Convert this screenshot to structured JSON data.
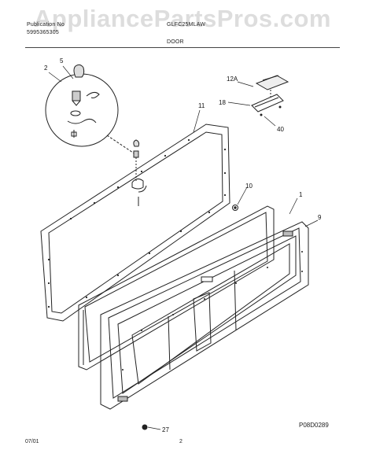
{
  "watermark": "AppliancePartsPros.com",
  "header": {
    "publication_label": "Publication No",
    "publication_no": "5995365305",
    "model": "GLFC25MLAW",
    "section": "DOOR"
  },
  "callouts": [
    "5",
    "2",
    "11",
    "12A",
    "18",
    "40",
    "10",
    "1",
    "9",
    "27"
  ],
  "footer": {
    "date": "07/01",
    "page": "2",
    "figure_id": "P08D0289"
  }
}
